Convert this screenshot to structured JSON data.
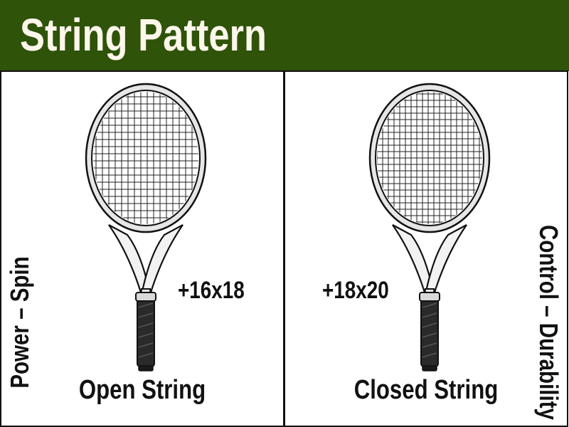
{
  "header": {
    "title": "String Pattern",
    "background": "#2e5309",
    "text_color": "#fdf6ea"
  },
  "panels": [
    {
      "caption": "Open String",
      "pattern": "+16x18",
      "side_label": "Power – Spin",
      "icon": "tennis-racket-open-icon"
    },
    {
      "caption": "Closed String",
      "pattern": "+18x20",
      "side_label": "Control – Durability",
      "icon": "tennis-racket-closed-icon"
    }
  ]
}
